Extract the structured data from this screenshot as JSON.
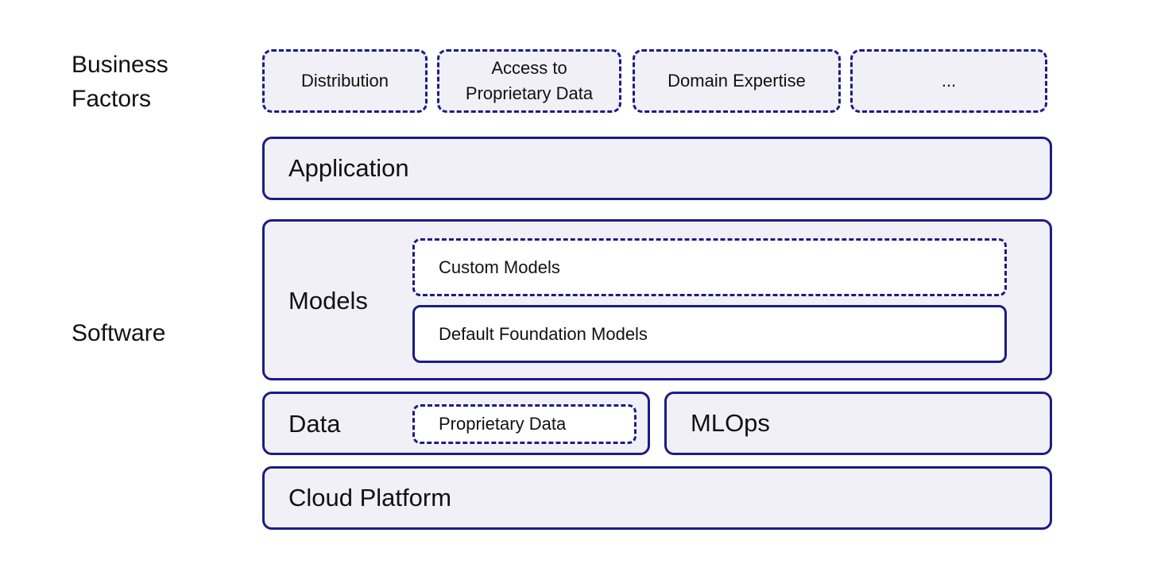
{
  "side_labels": {
    "business_factors_line1": "Business",
    "business_factors_line2": "Factors",
    "software": "Software"
  },
  "business_factors": [
    {
      "line1": "Distribution",
      "line2": ""
    },
    {
      "line1": "Access to",
      "line2": "Proprietary Data"
    },
    {
      "line1": "Domain Expertise",
      "line2": ""
    },
    {
      "line1": "...",
      "line2": ""
    }
  ],
  "layers": {
    "application": "Application",
    "models": "Models",
    "custom_models": "Custom Models",
    "default_foundation_models": "Default Foundation Models",
    "data": "Data",
    "proprietary_data": "Proprietary Data",
    "mlops": "MLOps",
    "cloud_platform": "Cloud Platform"
  },
  "colors": {
    "border": "#1c1c86",
    "fill": "#f1f0f7",
    "inner_fill": "#ffffff"
  }
}
